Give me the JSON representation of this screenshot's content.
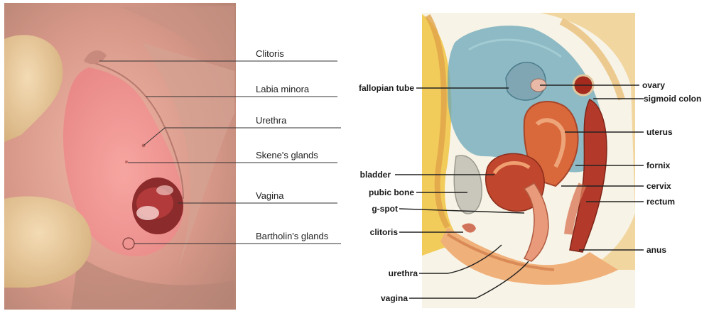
{
  "left_figure": {
    "labels": [
      {
        "id": "clitoris",
        "text": "Clitoris"
      },
      {
        "id": "labia-minora",
        "text": "Labia minora"
      },
      {
        "id": "urethra",
        "text": "Urethra"
      },
      {
        "id": "skenes-glands",
        "text": "Skene's glands"
      },
      {
        "id": "vagina",
        "text": "Vagina"
      },
      {
        "id": "bartholins-glands",
        "text": "Bartholin's glands"
      }
    ]
  },
  "right_figure": {
    "labels_left": [
      {
        "id": "fallopian-tube",
        "text": "fallopian tube"
      },
      {
        "id": "bladder",
        "text": "bladder"
      },
      {
        "id": "pubic-bone",
        "text": "pubic bone"
      },
      {
        "id": "g-spot",
        "text": "g-spot"
      },
      {
        "id": "clitoris",
        "text": "clitoris"
      },
      {
        "id": "urethra",
        "text": "urethra"
      },
      {
        "id": "vagina",
        "text": "vagina"
      }
    ],
    "labels_right": [
      {
        "id": "ovary",
        "text": "ovary"
      },
      {
        "id": "sigmoid-colon",
        "text": "sigmoid colon"
      },
      {
        "id": "uterus",
        "text": "uterus"
      },
      {
        "id": "fornix",
        "text": "fornix"
      },
      {
        "id": "cervix",
        "text": "cervix"
      },
      {
        "id": "rectum",
        "text": "rectum"
      },
      {
        "id": "anus",
        "text": "anus"
      }
    ]
  },
  "colors": {
    "skin": "#e7a99a",
    "tissue_pink": "#f08e8e",
    "finger": "#e8c79a",
    "background_wall": "#f7f3e6",
    "bladder_blue": "#5a9bb0",
    "uterus_orange": "#d9683a",
    "rectum_red": "#b33a2a",
    "fat_yellow": "#f2cc5a"
  }
}
